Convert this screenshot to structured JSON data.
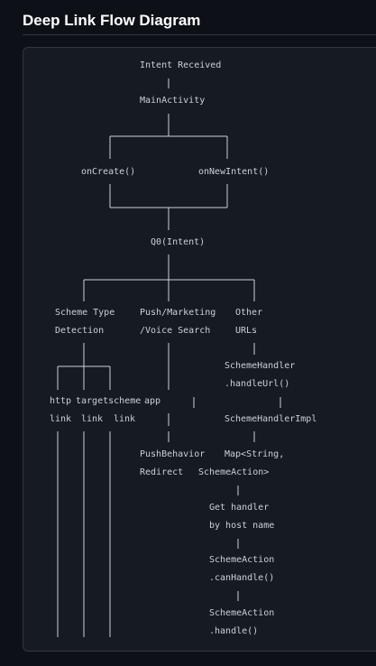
{
  "header": {
    "title": "Deep Link Flow Diagram"
  },
  "diagram": {
    "intent_received": "Intent Received",
    "main_activity": "MainActivity",
    "on_create": "onCreate()",
    "on_new_intent": "onNewIntent()",
    "q0_intent": "Q0(Intent)",
    "scheme_type_detection": [
      "Scheme Type",
      "Detection"
    ],
    "push_marketing_voice": [
      "Push/Marketing",
      "/Voice Search"
    ],
    "other_urls": [
      "Other",
      "URLs"
    ],
    "http_link": [
      "http",
      "link"
    ],
    "target_scheme_link": [
      "targetscheme",
      "link"
    ],
    "app_link": [
      "app",
      "link"
    ],
    "scheme_handler_handle_url": [
      "SchemeHandler",
      ".handleUrl()"
    ],
    "scheme_handler_impl": "SchemeHandlerImpl",
    "push_behavior_redirect": [
      "PushBehavior",
      "Redirect"
    ],
    "map_string_scheme_action": [
      "Map<String,",
      "SchemeAction>"
    ],
    "get_handler_by_host": [
      "Get handler",
      "by host name"
    ],
    "scheme_action_can_handle": [
      "SchemeAction",
      ".canHandle()"
    ],
    "scheme_action_handle": [
      "SchemeAction",
      ".handle()"
    ]
  }
}
